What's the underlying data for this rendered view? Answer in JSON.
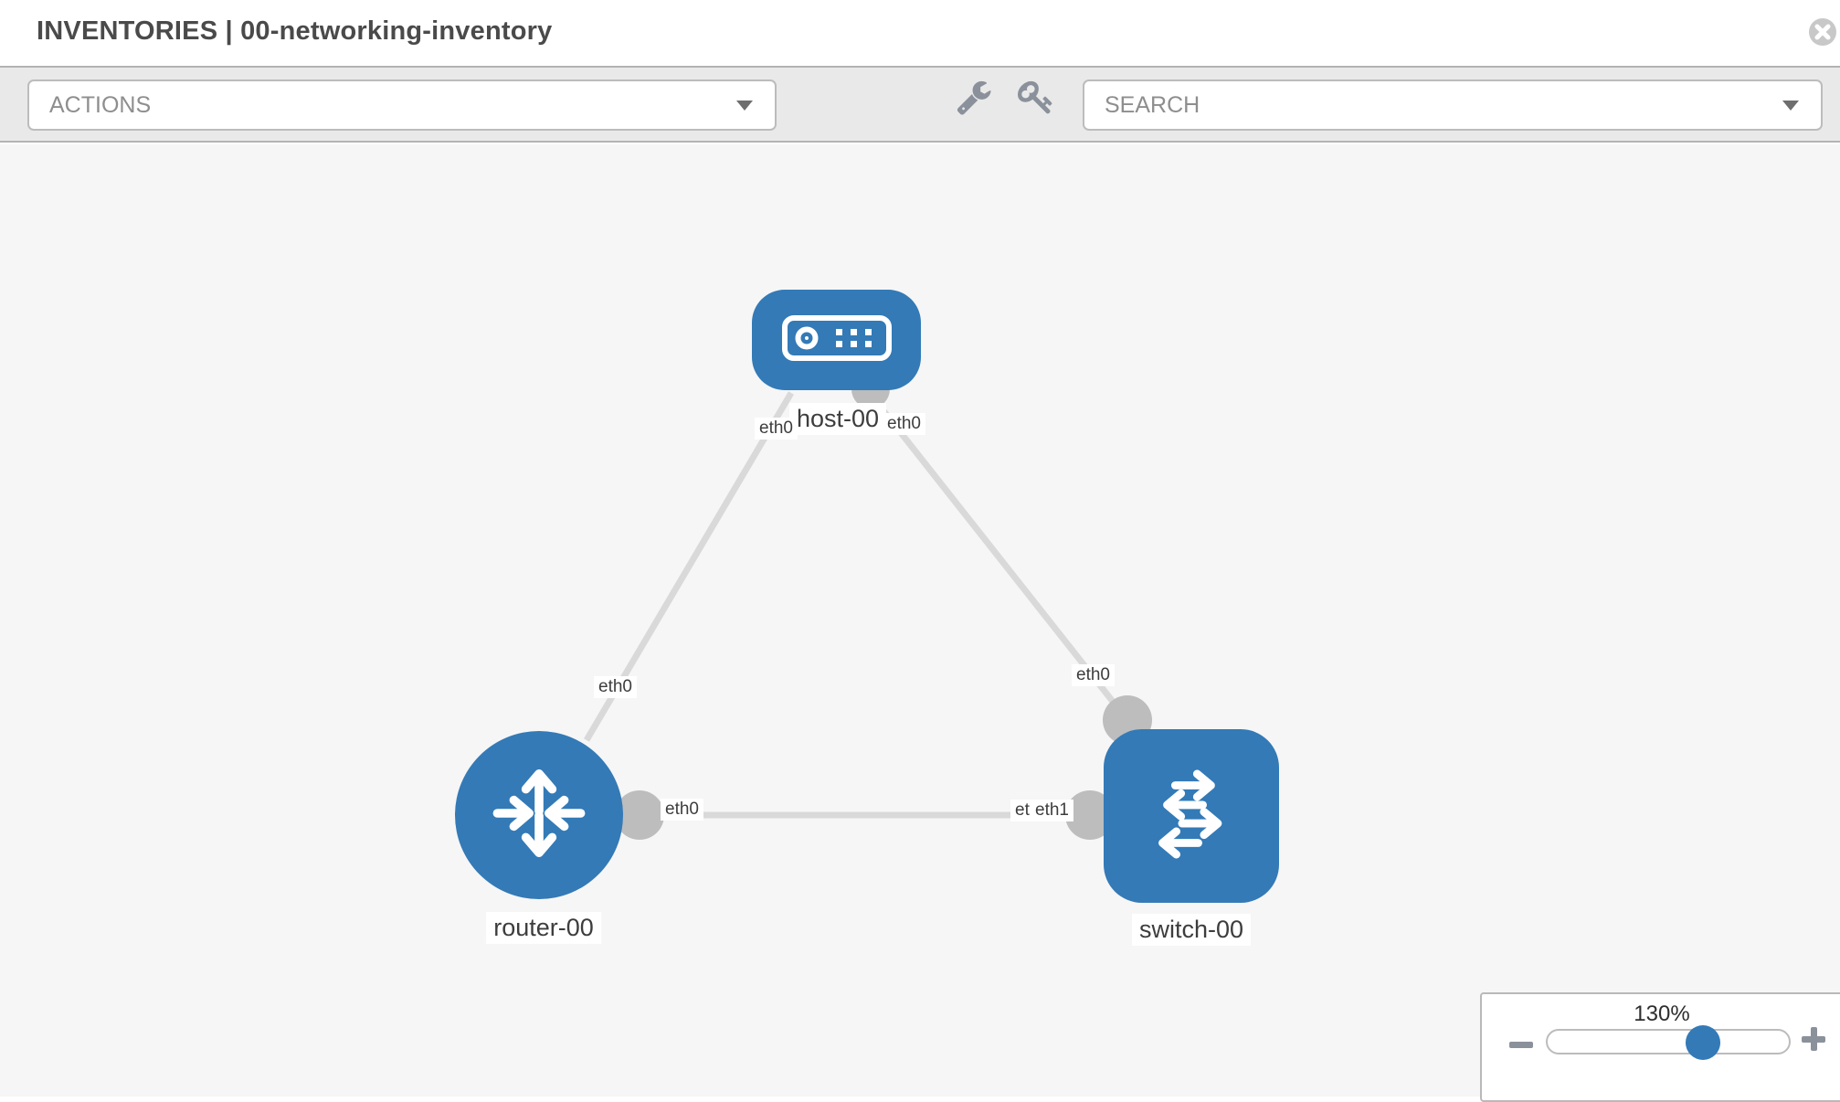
{
  "header": {
    "title": "INVENTORIES | 00-networking-inventory",
    "close_icon": "circle-x"
  },
  "toolbar": {
    "actions_label": "ACTIONS",
    "search_label": "SEARCH",
    "icons": [
      "wrench",
      "key",
      "chevron-down"
    ]
  },
  "topology": {
    "nodes": [
      {
        "label": "host-00",
        "type": "host"
      },
      {
        "label": "router-00",
        "type": "router"
      },
      {
        "label": "switch-00",
        "type": "switch"
      }
    ],
    "links": [
      {
        "source": "host-00",
        "target": "router-00",
        "source_interface": "eth0",
        "target_interface": "eth0"
      },
      {
        "source": "host-00",
        "target": "switch-00",
        "source_interface": "eth0",
        "target_interface": "eth0"
      },
      {
        "source": "router-00",
        "target": "switch-00",
        "source_interface": "eth0",
        "target_interface": "eth1",
        "target_interface_overlapped": "eth1"
      }
    ]
  },
  "zoom_control": {
    "level": "130%",
    "zoom_out_icon": "minus",
    "zoom_in_icon": "plus"
  },
  "colors": {
    "node_fill": "#337ab7",
    "link": "#d9d9d9",
    "endpoint": "#bdbdbd",
    "canvas_bg": "#f6f6f6",
    "toolbar_bg": "#e9e9e9"
  }
}
